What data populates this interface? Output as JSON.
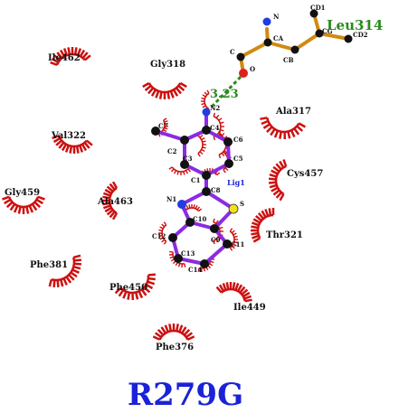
{
  "title": "R279G",
  "colors": {
    "title": "#1a22d8",
    "hbond_label": "#2a8a1e",
    "lig_label": "#1a22d8",
    "hydrophobic_arc": "#cc1111",
    "ligand_bond": "#8a2be2",
    "residue_bond": "#d08a10",
    "atom_carbon": "#111111",
    "atom_nitrogen": "#1f3de0",
    "atom_oxygen": "#e01f1f",
    "atom_sulfur": "#f0e01a"
  },
  "ligand": {
    "name": "Lig1",
    "atoms": {
      "n2": "N2",
      "c4": "C4",
      "c7": "C7",
      "c6": "C6",
      "c2": "C2",
      "c3": "C3",
      "c5": "C5",
      "c1": "C1",
      "c8": "C8",
      "n1": "N1",
      "s": "S",
      "c10": "C10",
      "c9": "C9",
      "c12": "C12",
      "c11": "C11",
      "c13": "C13",
      "c14": "C14"
    }
  },
  "hbond_residue": {
    "name": "Leu314",
    "atoms": {
      "n": "N",
      "ca": "CA",
      "c": "C",
      "o": "O",
      "cb": "CB",
      "cg": "CG",
      "cd1": "CD1",
      "cd2": "CD2"
    }
  },
  "hbond": {
    "distance": "3.23"
  },
  "hydrophobic_residues": [
    "Ile462",
    "Gly318",
    "Ala317",
    "Val322",
    "Cys457",
    "Gly459",
    "Ala463",
    "Thr321",
    "Phe381",
    "Phe450",
    "Ile449",
    "Phe376"
  ]
}
